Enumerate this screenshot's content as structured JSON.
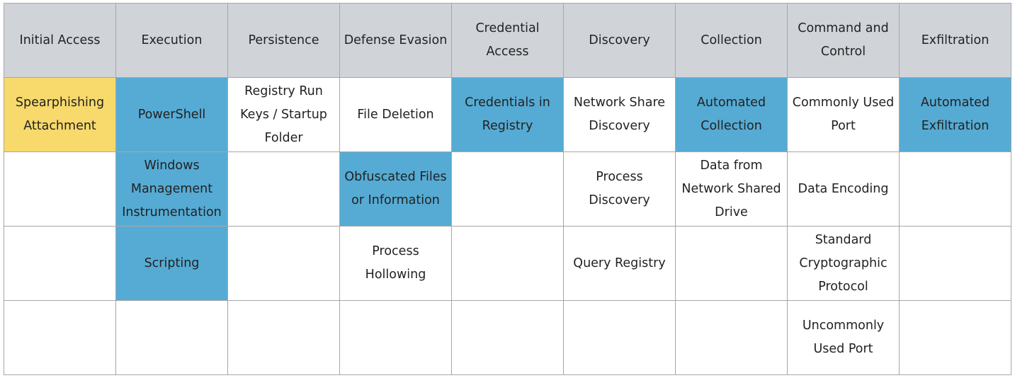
{
  "colors": {
    "header_bg": "#d0d4d9",
    "highlight_blue": "#56abd4",
    "highlight_yellow": "#f7d96c",
    "border": "#a6a6a6"
  },
  "headers": [
    "Initial Access",
    "Execution",
    "Persistence",
    "Defense Evasion",
    "Credential Access",
    "Discovery",
    "Collection",
    "Command and Control",
    "Exfiltration"
  ],
  "rows": [
    [
      {
        "text": "Spearphishing Attachment",
        "highlight": "yellow"
      },
      {
        "text": "PowerShell",
        "highlight": "blue"
      },
      {
        "text": "Registry Run Keys / Startup Folder",
        "highlight": "none"
      },
      {
        "text": "File Deletion",
        "highlight": "none"
      },
      {
        "text": "Credentials in Registry",
        "highlight": "blue"
      },
      {
        "text": "Network Share Discovery",
        "highlight": "none"
      },
      {
        "text": "Automated Collection",
        "highlight": "blue"
      },
      {
        "text": "Commonly Used Port",
        "highlight": "none"
      },
      {
        "text": "Automated Exfiltration",
        "highlight": "blue"
      }
    ],
    [
      {
        "text": "",
        "highlight": "none"
      },
      {
        "text": "Windows Management Instrumentation",
        "highlight": "blue"
      },
      {
        "text": "",
        "highlight": "none"
      },
      {
        "text": "Obfuscated Files or Information",
        "highlight": "blue"
      },
      {
        "text": "",
        "highlight": "none"
      },
      {
        "text": "Process Discovery",
        "highlight": "none"
      },
      {
        "text": "Data from Network Shared Drive",
        "highlight": "none"
      },
      {
        "text": "Data Encoding",
        "highlight": "none"
      },
      {
        "text": "",
        "highlight": "none"
      }
    ],
    [
      {
        "text": "",
        "highlight": "none"
      },
      {
        "text": "Scripting",
        "highlight": "blue"
      },
      {
        "text": "",
        "highlight": "none"
      },
      {
        "text": "Process Hollowing",
        "highlight": "none"
      },
      {
        "text": "",
        "highlight": "none"
      },
      {
        "text": "Query Registry",
        "highlight": "none"
      },
      {
        "text": "",
        "highlight": "none"
      },
      {
        "text": "Standard Cryptographic Protocol",
        "highlight": "none"
      },
      {
        "text": "",
        "highlight": "none"
      }
    ],
    [
      {
        "text": "",
        "highlight": "none"
      },
      {
        "text": "",
        "highlight": "none"
      },
      {
        "text": "",
        "highlight": "none"
      },
      {
        "text": "",
        "highlight": "none"
      },
      {
        "text": "",
        "highlight": "none"
      },
      {
        "text": "",
        "highlight": "none"
      },
      {
        "text": "",
        "highlight": "none"
      },
      {
        "text": "Uncommonly Used Port",
        "highlight": "none"
      },
      {
        "text": "",
        "highlight": "none"
      }
    ]
  ]
}
